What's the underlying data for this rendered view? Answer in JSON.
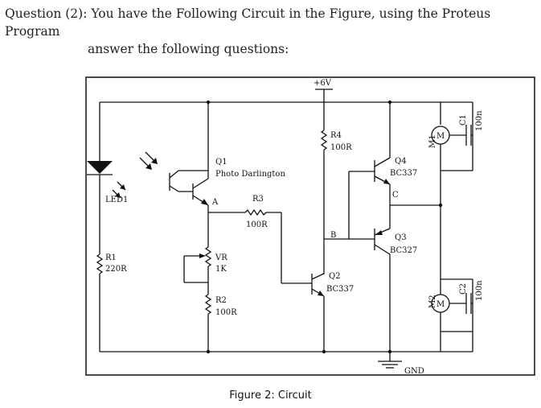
{
  "question": {
    "line1": "Question (2): You have the Following Circuit in the Figure, using the Proteus Program",
    "line2": "answer the following questions:"
  },
  "circuit": {
    "supply": "+6V",
    "ground": "GND",
    "led": "LED1",
    "r1_name": "R1",
    "r1_value": "220R",
    "q1_name": "Q1",
    "q1_type": "Photo Darlington",
    "node_a": "A",
    "node_b": "B",
    "node_c": "C",
    "r3_name": "R3",
    "r3_value": "100R",
    "r4_name": "R4",
    "r4_value": "100R",
    "vr_name": "VR",
    "vr_value": "1K",
    "r2_name": "R2",
    "r2_value": "100R",
    "q2_name": "Q2",
    "q2_type": "BC337",
    "q3_name": "Q3",
    "q3_type": "BC327",
    "q4_name": "Q4",
    "q4_type": "BC337",
    "m1_name": "M1",
    "m2_name": "M2",
    "motor_symbol": "M",
    "c1_name": "C1",
    "c1_value": "100n",
    "c2_name": "C2",
    "c2_value": "100n"
  },
  "caption": "Figure 2: Circuit"
}
